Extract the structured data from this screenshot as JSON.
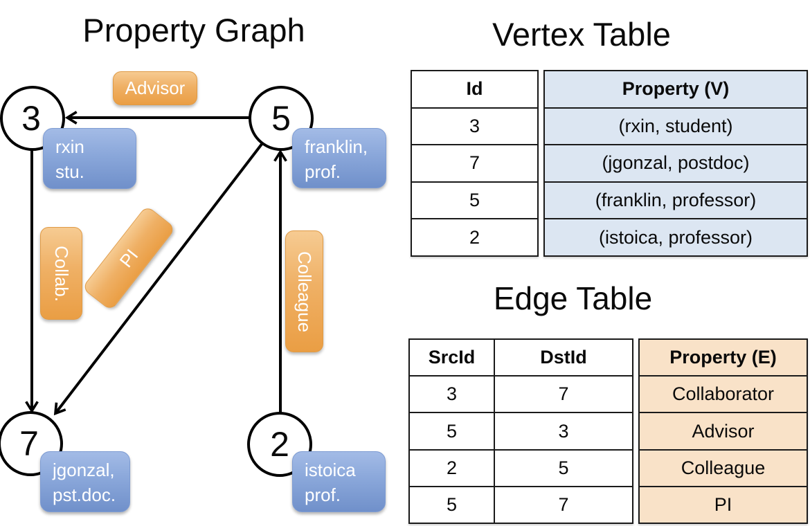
{
  "graph": {
    "title": "Property Graph",
    "vertices": [
      {
        "id": "3",
        "label_line1": "rxin",
        "label_line2": "stu."
      },
      {
        "id": "5",
        "label_line1": "franklin,",
        "label_line2": "prof."
      },
      {
        "id": "7",
        "label_line1": "jgonzal,",
        "label_line2": "pst.doc."
      },
      {
        "id": "2",
        "label_line1": "istoica",
        "label_line2": "prof."
      }
    ],
    "edge_labels": [
      {
        "label": "Advisor"
      },
      {
        "label": "Collab."
      },
      {
        "label": "PI"
      },
      {
        "label": "Colleague"
      }
    ]
  },
  "vertex_table": {
    "title": "Vertex Table",
    "columns": {
      "id": "Id",
      "property": "Property (V)"
    },
    "rows": [
      {
        "id": "3",
        "property": "(rxin, student)"
      },
      {
        "id": "7",
        "property": "(jgonzal, postdoc)"
      },
      {
        "id": "5",
        "property": "(franklin, professor)"
      },
      {
        "id": "2",
        "property": "(istoica, professor)"
      }
    ]
  },
  "edge_table": {
    "title": "Edge Table",
    "columns": {
      "src": "SrcId",
      "dst": "DstId",
      "property": "Property (E)"
    },
    "rows": [
      {
        "src": "3",
        "dst": "7",
        "property": "Collaborator"
      },
      {
        "src": "5",
        "dst": "3",
        "property": "Advisor"
      },
      {
        "src": "2",
        "dst": "5",
        "property": "Colleague"
      },
      {
        "src": "5",
        "dst": "7",
        "property": "PI"
      }
    ]
  },
  "colors": {
    "edge_label_fill_top": "#f6cb92",
    "edge_label_fill_bottom": "#ea9e44",
    "vertex_label_fill_top": "#a3bbe6",
    "vertex_label_fill_bottom": "#7090ca",
    "vertex_property_cell": "#dce6f2",
    "edge_property_cell": "#f9e2c8",
    "line_color": "#000000"
  }
}
